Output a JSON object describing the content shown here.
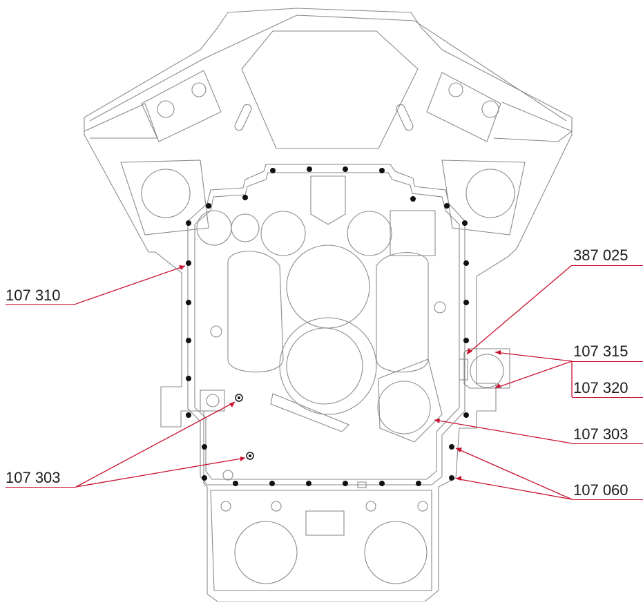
{
  "diagram": {
    "callouts": [
      {
        "id": "c1",
        "text": "107 310"
      },
      {
        "id": "c2",
        "text": "387 025"
      },
      {
        "id": "c3",
        "text": "107 315"
      },
      {
        "id": "c4",
        "text": "107 320"
      },
      {
        "id": "c5",
        "text": "107 303"
      },
      {
        "id": "c6",
        "text": "107 303"
      },
      {
        "id": "c7",
        "text": "107 060"
      }
    ],
    "colors": {
      "leader": "#c8102e",
      "outline": "#7a7a7a",
      "bolt": "#111111"
    }
  }
}
